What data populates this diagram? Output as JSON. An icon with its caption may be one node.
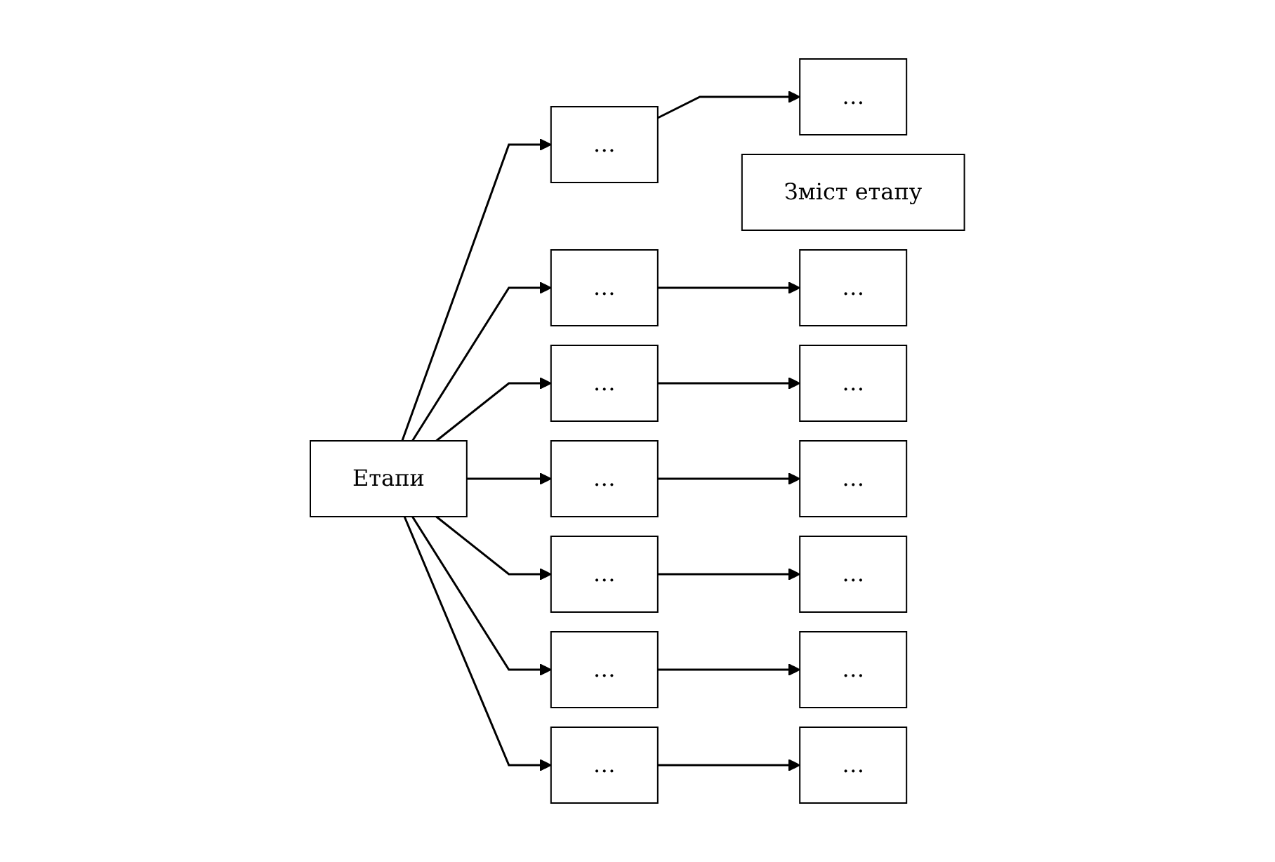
{
  "diagram": {
    "nodes": [
      {
        "text": [
          "Етапи"
        ]
      },
      {
        "text": [
          "Зміст етапу"
        ]
      },
      {
        "text": [
          "…"
        ]
      },
      {
        "text": [
          "…"
        ]
      },
      {
        "text": [
          "…"
        ]
      },
      {
        "text": [
          "…"
        ]
      },
      {
        "text": [
          "…"
        ]
      },
      {
        "text": [
          "…"
        ]
      },
      {
        "text": [
          "…"
        ]
      },
      {
        "text": [
          "…"
        ]
      },
      {
        "text": [
          "…"
        ]
      },
      {
        "text": [
          "…"
        ]
      },
      {
        "text": [
          "…"
        ]
      },
      {
        "text": [
          "…"
        ]
      },
      {
        "text": [
          "…"
        ]
      },
      {
        "text": [
          "…"
        ]
      }
    ],
    "edges": [
      {
        "from": 0,
        "to": 2,
        "arrow": "to"
      },
      {
        "from": 0,
        "to": 4,
        "arrow": "to"
      },
      {
        "from": 0,
        "to": 6,
        "arrow": "to"
      },
      {
        "from": 0,
        "to": 8,
        "arrow": "to"
      },
      {
        "from": 0,
        "to": 10,
        "arrow": "to"
      },
      {
        "from": 0,
        "to": 12,
        "arrow": "to"
      },
      {
        "from": 0,
        "to": 14,
        "arrow": "to"
      },
      {
        "from": 2,
        "to": 3,
        "arrow": "to"
      },
      {
        "from": 4,
        "to": 5,
        "arrow": "to"
      },
      {
        "from": 6,
        "to": 7,
        "arrow": "to"
      },
      {
        "from": 8,
        "to": 9,
        "arrow": "to"
      },
      {
        "from": 10,
        "to": 11,
        "arrow": "to"
      },
      {
        "from": 12,
        "to": 13,
        "arrow": "to"
      },
      {
        "from": 14,
        "to": 15,
        "arrow": "to"
      }
    ]
  }
}
